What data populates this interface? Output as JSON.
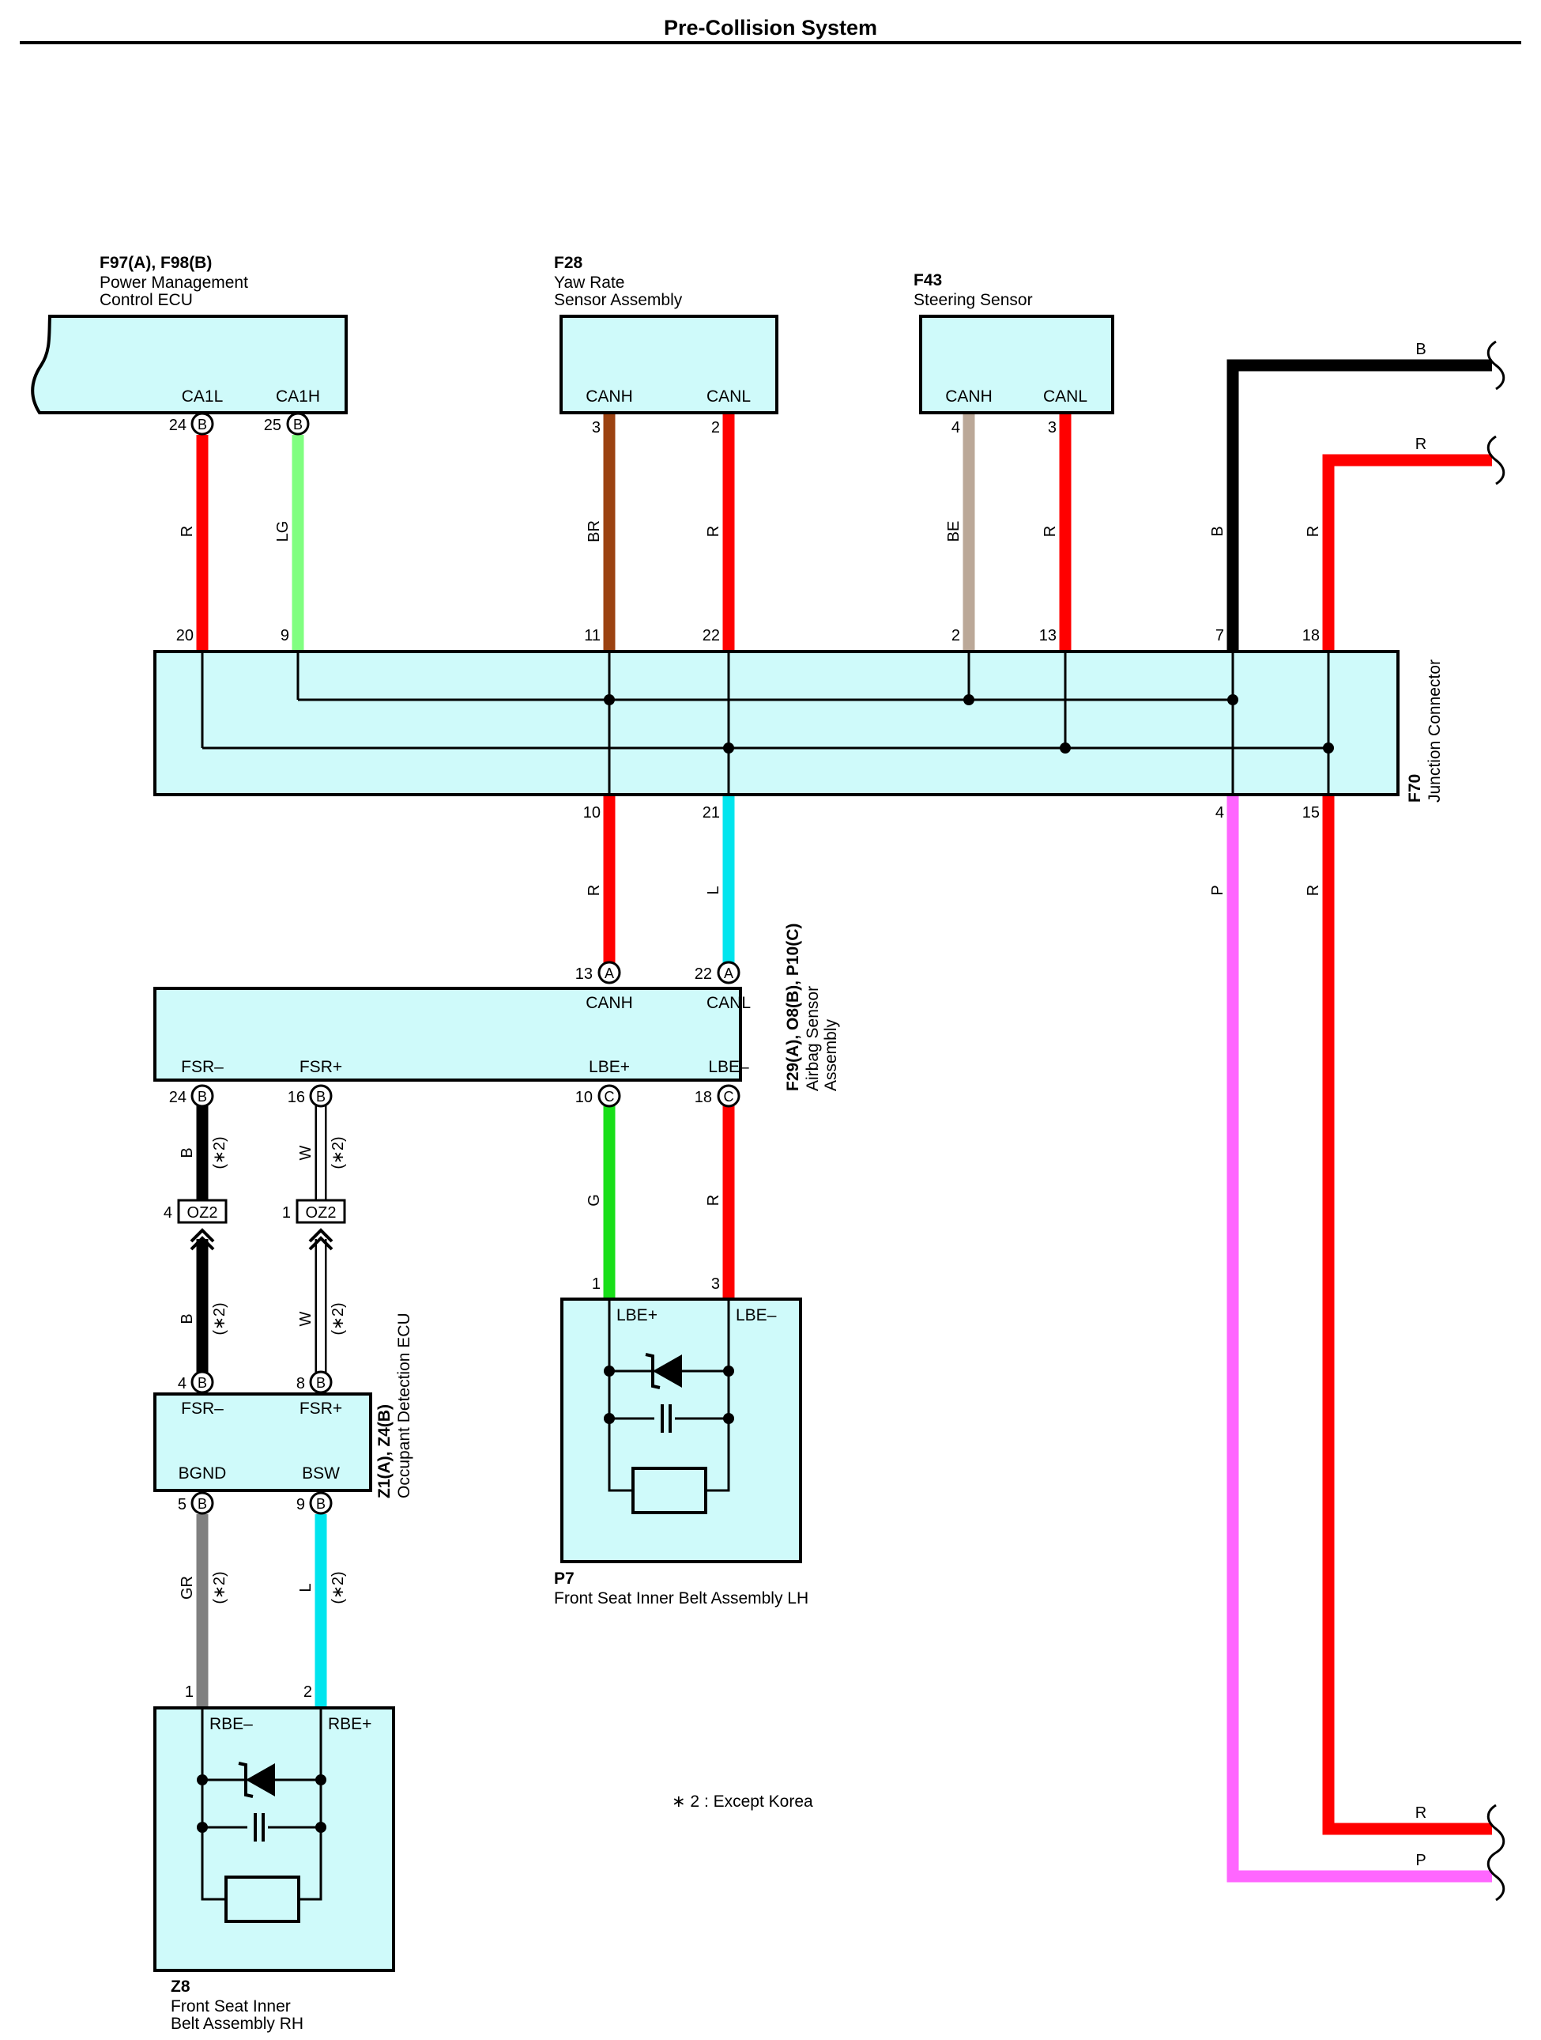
{
  "title": "Pre-Collision System",
  "colors": {
    "R": "#ff0000",
    "LG": "#80ff80",
    "BR": "#9b4211",
    "BE": "#bba898",
    "B": "#000000",
    "L": "#00e5ee",
    "G": "#18df18",
    "W": "#ffffff",
    "GR": "#808080",
    "P": "#ff66ff",
    "box_fill": "#cffafa"
  },
  "components": {
    "pmecu": {
      "id": "F97(A), F98(B)",
      "name1": "Power Management",
      "name2": "Control ECU",
      "pins": [
        "CA1L",
        "CA1H"
      ]
    },
    "yaw": {
      "id": "F28",
      "name1": "Yaw Rate",
      "name2": "Sensor Assembly",
      "pins": [
        "CANH",
        "CANL"
      ]
    },
    "steer": {
      "id": "F43",
      "name1": "Steering Sensor",
      "pins": [
        "CANH",
        "CANL"
      ]
    },
    "junction": {
      "id": "F70",
      "name1": "Junction Connector"
    },
    "airbag": {
      "id": "F29(A), O8(B), P10(C)",
      "name1": "Airbag Sensor",
      "name2": "Assembly",
      "pins": [
        "CANH",
        "CANL",
        "FSR–",
        "FSR+",
        "LBE+",
        "LBE–"
      ]
    },
    "occupant": {
      "id": "Z1(A), Z4(B)",
      "name1": "Occupant Detection ECU",
      "pins": [
        "FSR–",
        "FSR+",
        "BGND",
        "BSW"
      ]
    },
    "p7": {
      "id": "P7",
      "name1": "Front Seat Inner Belt Assembly LH",
      "pins": [
        "LBE+",
        "LBE–"
      ]
    },
    "z8": {
      "id": "Z8",
      "name1": "Front Seat Inner",
      "name2": "Belt Assembly RH",
      "pins": [
        "RBE–",
        "RBE+"
      ]
    }
  },
  "pin_numbers": {
    "pm_ca1l": "24",
    "pm_ca1h": "25",
    "yaw_canh": "3",
    "yaw_canl": "2",
    "st_canh": "4",
    "st_canl": "3",
    "jt_20": "20",
    "jt_9": "9",
    "jt_11": "11",
    "jt_22": "22",
    "jt_2": "2",
    "jt_13": "13",
    "jt_7": "7",
    "jt_18": "18",
    "jb_10": "10",
    "jb_21": "21",
    "jb_4": "4",
    "jb_15": "15",
    "ab_canh": "13",
    "ab_canl": "22",
    "ab_fsrm": "24",
    "ab_fsrp": "16",
    "ab_lbep": "10",
    "ab_lbem": "18",
    "oz_left": "4",
    "oz_right": "1",
    "oc_fsrm": "4",
    "oc_fsrp": "8",
    "oc_bgnd": "5",
    "oc_bsw": "9",
    "p7_lbep": "1",
    "p7_lbem": "3",
    "z8_rbem": "1",
    "z8_rbep": "2"
  },
  "badges": {
    "B": "B",
    "A": "A",
    "C": "C"
  },
  "inline_connector": "OZ2",
  "wire_labels": {
    "R": "R",
    "LG": "LG",
    "BR": "BR",
    "BE": "BE",
    "B": "B",
    "L": "L",
    "P": "P",
    "G": "G",
    "W": "W",
    "GR": "GR"
  },
  "footnote_mark": "(∗2)",
  "note": "∗ 2 : Except Korea"
}
